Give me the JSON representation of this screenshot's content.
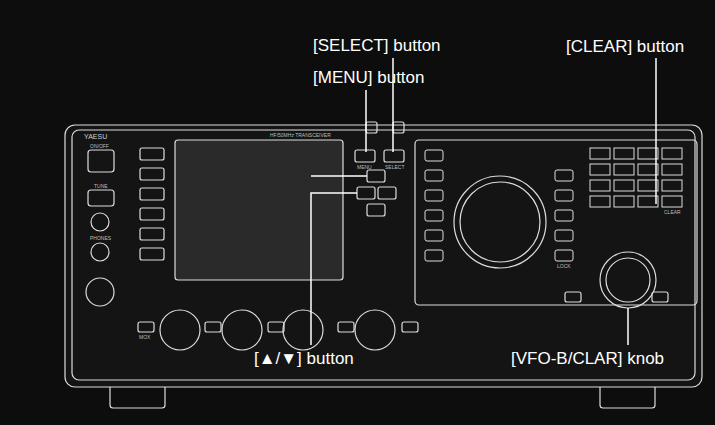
{
  "diagram": {
    "labels": [
      "[SELECT] button",
      "[MENU] button",
      "[CLEAR] button",
      "[▲/▼] button",
      "[VFO-B/CLAR] knob",
      "YAESU",
      "HF/50MHz TRANSCEIVER",
      "ON/OFF",
      "TUNE",
      "PHONES",
      "MENU",
      "SELECT",
      "CLEAR",
      "LOCK",
      "MOX"
    ]
  }
}
